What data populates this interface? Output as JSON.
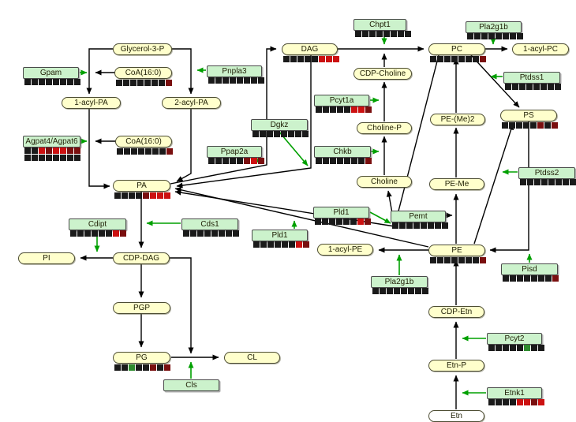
{
  "pathway": {
    "palette": {
      "k": "#1a1a1a",
      "r": "#cc1111",
      "d": "#7a0f0f",
      "g": "#2e8b2e"
    },
    "colors": {
      "metabolite_fill": "#ffffcc",
      "enzyme_fill": "#ccf2cc",
      "edge": "#000000",
      "catalysis_arrow": "#00a000",
      "etn_fill": "#ffffff"
    },
    "metabolites": {
      "glycerol3p": {
        "label": "Glycerol-3-P"
      },
      "coa_a": {
        "label": "CoA(16:0)",
        "heat": [
          [
            "k",
            "k",
            "k",
            "k",
            "k",
            "k",
            "k",
            "d"
          ]
        ]
      },
      "acyl1pa": {
        "label": "1-acyl-PA"
      },
      "acyl2pa": {
        "label": "2-acyl-PA"
      },
      "coa_b": {
        "label": "CoA(16:0)",
        "heat": [
          [
            "k",
            "k",
            "k",
            "k",
            "k",
            "k",
            "k",
            "d"
          ]
        ]
      },
      "pa": {
        "label": "PA",
        "heat": [
          [
            "k",
            "k",
            "k",
            "k",
            "d",
            "r",
            "r",
            "r"
          ]
        ]
      },
      "dag": {
        "label": "DAG",
        "heat": [
          [
            "k",
            "k",
            "k",
            "k",
            "k",
            "r",
            "r",
            "r"
          ]
        ]
      },
      "cdp_choline": {
        "label": "CDP-Choline"
      },
      "choline_p": {
        "label": "Choline-P"
      },
      "choline": {
        "label": "Choline"
      },
      "pc": {
        "label": "PC",
        "heat": [
          [
            "k",
            "k",
            "k",
            "k",
            "k",
            "k",
            "k",
            "d"
          ]
        ]
      },
      "acyl1pc": {
        "label": "1-acyl-PC"
      },
      "pe_me2": {
        "label": "PE-(Me)2"
      },
      "ps": {
        "label": "PS",
        "heat": [
          [
            "k",
            "k",
            "k",
            "k",
            "k",
            "d",
            "k",
            "d"
          ]
        ]
      },
      "pe_me": {
        "label": "PE-Me"
      },
      "pe": {
        "label": "PE",
        "heat": [
          [
            "k",
            "k",
            "k",
            "k",
            "k",
            "k",
            "k",
            "d"
          ]
        ]
      },
      "acyl1pe": {
        "label": "1-acyl-PE"
      },
      "pi": {
        "label": "PI"
      },
      "cdp_dag": {
        "label": "CDP-DAG"
      },
      "pgp": {
        "label": "PGP"
      },
      "pg": {
        "label": "PG",
        "heat": [
          [
            "k",
            "k",
            "g",
            "k",
            "k",
            "d",
            "k",
            "d"
          ]
        ]
      },
      "cl": {
        "label": "CL"
      },
      "cdp_etn": {
        "label": "CDP-Etn"
      },
      "etn_p": {
        "label": "Etn-P"
      },
      "etn": {
        "label": "Etn"
      }
    },
    "enzymes": {
      "gpam": {
        "label": "Gpam",
        "heat": [
          [
            "k",
            "k",
            "k",
            "k",
            "k",
            "k",
            "k",
            "k"
          ]
        ]
      },
      "pnpla3": {
        "label": "Pnpla3",
        "heat": [
          [
            "k",
            "k",
            "k",
            "k",
            "k",
            "k",
            "k",
            "k"
          ]
        ]
      },
      "agpat": {
        "label": "Agpat4/Agpat6",
        "heat": [
          [
            "k",
            "k",
            "r",
            "d",
            "r",
            "r",
            "d",
            "d"
          ],
          [
            "k",
            "k",
            "k",
            "k",
            "k",
            "k",
            "k",
            "k"
          ]
        ]
      },
      "chpt1": {
        "label": "Chpt1",
        "heat": [
          [
            "k",
            "k",
            "k",
            "k",
            "k",
            "k",
            "k",
            "k"
          ]
        ]
      },
      "pla2g1b_top": {
        "label": "Pla2g1b",
        "heat": [
          [
            "k",
            "k",
            "k",
            "k",
            "k",
            "k",
            "k",
            "k"
          ]
        ]
      },
      "ptdss1": {
        "label": "Ptdss1",
        "heat": [
          [
            "k",
            "k",
            "k",
            "k",
            "k",
            "k",
            "k",
            "k"
          ]
        ]
      },
      "pcyt1a": {
        "label": "Pcyt1a",
        "heat": [
          [
            "k",
            "k",
            "k",
            "k",
            "k",
            "r",
            "r",
            "d"
          ]
        ]
      },
      "dgkz": {
        "label": "Dgkz",
        "heat": [
          [
            "k",
            "k",
            "k",
            "k",
            "k",
            "k",
            "k",
            "k"
          ]
        ]
      },
      "chkb": {
        "label": "Chkb",
        "heat": [
          [
            "k",
            "k",
            "k",
            "k",
            "k",
            "k",
            "k",
            "d"
          ]
        ]
      },
      "ppap2a": {
        "label": "Ppap2a",
        "heat": [
          [
            "k",
            "k",
            "k",
            "k",
            "k",
            "d",
            "r",
            "d"
          ]
        ]
      },
      "ptdss2": {
        "label": "Ptdss2",
        "heat": [
          [
            "k",
            "k",
            "k",
            "k",
            "k",
            "k",
            "k",
            "k"
          ]
        ]
      },
      "pld1_r": {
        "label": "Pld1",
        "heat": [
          [
            "k",
            "k",
            "k",
            "k",
            "k",
            "k",
            "r",
            "d"
          ]
        ]
      },
      "cds1": {
        "label": "Cds1",
        "heat": [
          [
            "k",
            "k",
            "k",
            "k",
            "k",
            "k",
            "k",
            "k"
          ]
        ]
      },
      "pld1_l": {
        "label": "Pld1",
        "heat": [
          [
            "k",
            "k",
            "k",
            "k",
            "k",
            "k",
            "r",
            "d"
          ]
        ]
      },
      "cdipt": {
        "label": "Cdipt",
        "heat": [
          [
            "k",
            "k",
            "k",
            "k",
            "k",
            "k",
            "r",
            "d"
          ]
        ]
      },
      "pemt": {
        "label": "Pemt",
        "heat": [
          [
            "k",
            "k",
            "k",
            "k",
            "k",
            "k",
            "k",
            "k"
          ]
        ]
      },
      "pla2g1b_bot": {
        "label": "Pla2g1b",
        "heat": [
          [
            "k",
            "k",
            "k",
            "k",
            "k",
            "k",
            "k",
            "k"
          ]
        ]
      },
      "pisd": {
        "label": "Pisd",
        "heat": [
          [
            "k",
            "k",
            "k",
            "k",
            "k",
            "k",
            "k",
            "d"
          ]
        ]
      },
      "pcyt2": {
        "label": "Pcyt2",
        "heat": [
          [
            "k",
            "k",
            "k",
            "k",
            "k",
            "g",
            "k",
            "k"
          ]
        ]
      },
      "etnk1": {
        "label": "Etnk1",
        "heat": [
          [
            "k",
            "k",
            "k",
            "k",
            "r",
            "r",
            "d",
            "r"
          ]
        ]
      },
      "cls": {
        "label": "Cls"
      }
    }
  }
}
